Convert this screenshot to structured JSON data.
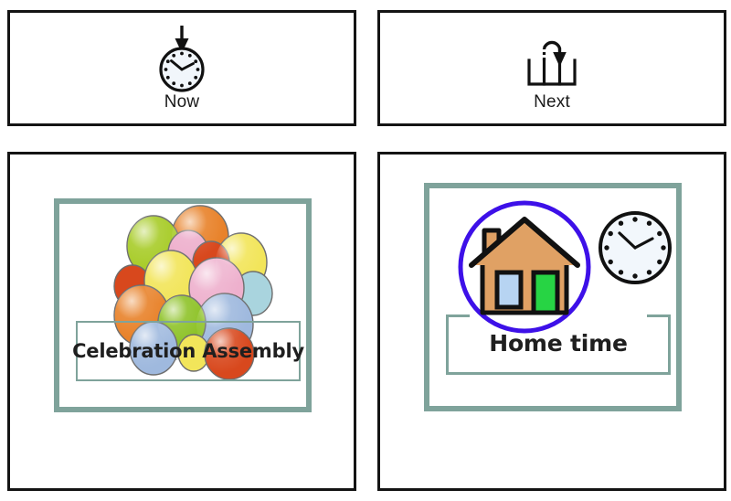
{
  "board": {
    "title": "Now and Next visual timetable board",
    "background_color": "#ffffff",
    "panel_border_color": "#141414",
    "frame_color": "#7fa39b"
  },
  "headers": [
    {
      "label": "Now",
      "icon": "clock-with-down-arrow-icon",
      "icon_description": "analogue clock face with a downward arrow pointing onto it"
    },
    {
      "label": "Next",
      "icon": "timeline-forward-arrow-icon",
      "icon_description": "comb-shaped timeline with a curved arrow hopping to the following slot"
    }
  ],
  "cards": [
    {
      "label": "Celebration Assembly",
      "symbol": "balloons-icon",
      "symbol_description": "bunch of coloured party balloons",
      "frame_color": "#7fa39b",
      "balloon_colors": [
        "#e8822a",
        "#a8cc29",
        "#e8d84a",
        "#eeb0cd",
        "#f2e55a",
        "#9fb9de",
        "#a9d4de",
        "#8fc32a",
        "#d8481d",
        "#e8822a",
        "#9fb9de",
        "#d8481d",
        "#f2e55a",
        "#a8cc29",
        "#eeb0cd"
      ]
    },
    {
      "label": "Home time",
      "symbol": "house-and-clock-icon",
      "symbol_description": "house inside a blue circle beside an analogue clock",
      "frame_color": "#7fa39b",
      "house_body_color": "#e0a164",
      "house_window_color": "#b7d4f2",
      "house_door_color": "#27d444",
      "circle_color": "#3d10e8",
      "clock_face_color": "#f2f7fc",
      "clock_time": "10:10"
    }
  ]
}
